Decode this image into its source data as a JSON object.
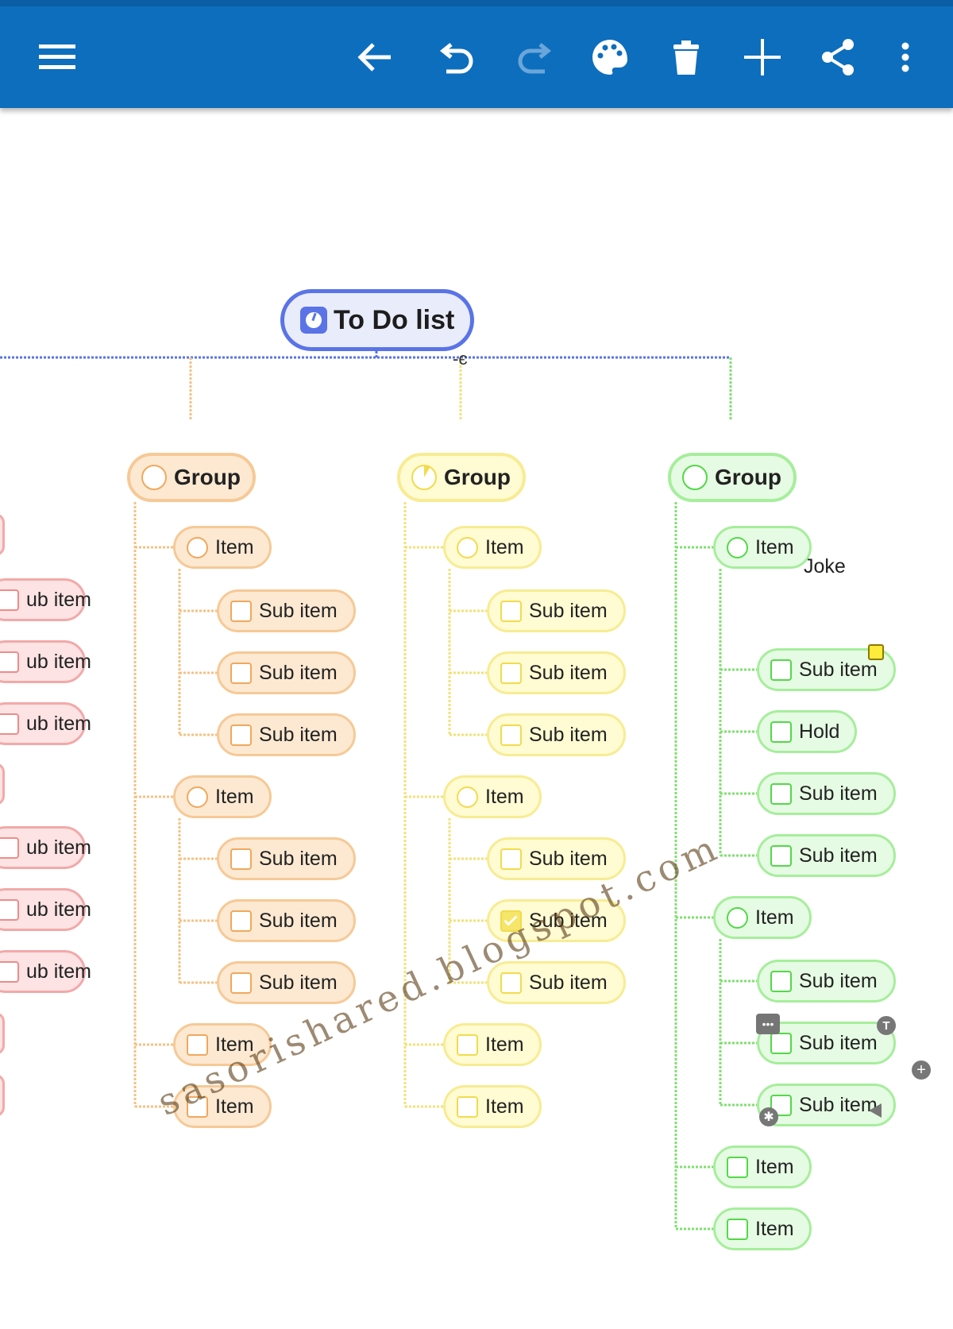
{
  "toolbar": {
    "icons": [
      "menu-icon",
      "back-arrow-icon",
      "undo-icon",
      "redo-icon",
      "palette-icon",
      "trash-icon",
      "add-icon",
      "share-icon",
      "more-vert-icon"
    ],
    "color": "#0d6ebd"
  },
  "root": {
    "label": "To Do list",
    "collapse_symbol": "-є"
  },
  "groups": {
    "orange": {
      "label": "Group"
    },
    "yellow": {
      "label": "Group"
    },
    "green": {
      "label": "Group"
    }
  },
  "labels": {
    "item": "Item",
    "sub_item": "Sub item",
    "sub_item_left": "ub item",
    "hold": "Hold",
    "joke": "Joke"
  },
  "watermark": "sasorishared.blogspot.com",
  "colors": {
    "red": "#f2a9a9",
    "orange": "#f6c996",
    "yellow": "#f7ec93",
    "green": "#a6ee9c",
    "root": "#5a73e6"
  }
}
